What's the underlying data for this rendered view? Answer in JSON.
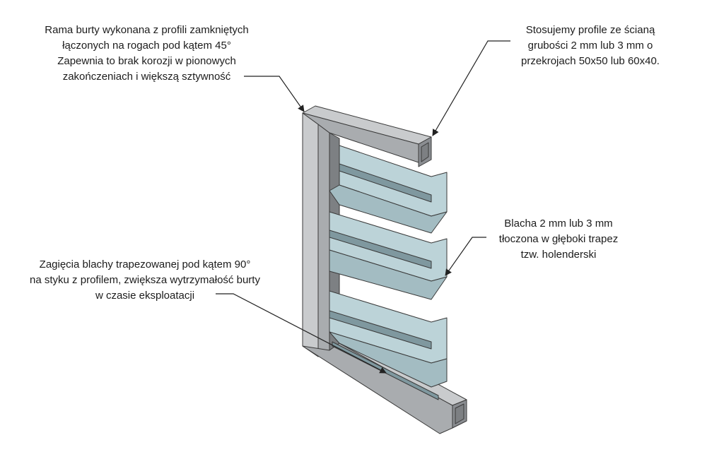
{
  "annotations": {
    "frame": {
      "lines": [
        "Rama burty wykonana z profili zamkniętych",
        "łączonych na rogach pod kątem 45°",
        "Zapewnia to brak korozji w pionowych",
        "zakończeniach i większą sztywność"
      ]
    },
    "profile": {
      "lines": [
        "Stosujemy profile ze ścianą",
        "grubości 2 mm lub 3 mm o",
        "przekrojach 50x50 lub 60x40."
      ]
    },
    "sheet": {
      "lines": [
        "Blacha 2 mm lub 3 mm",
        "tłoczona w głęboki trapez",
        "tzw. holenderski"
      ]
    },
    "bend": {
      "lines": [
        "Zagięcia blachy  trapezowanej pod kątem 90°",
        "na styku z profilem, zwiększa wytrzymałość burty",
        "w czasie eksploatacji"
      ]
    }
  },
  "colors": {
    "frame_light": "#c9cbcd",
    "frame_mid": "#a9acaf",
    "frame_dark": "#8a8d91",
    "frame_inner": "#7d8083",
    "sheet_light": "#bcd3d8",
    "sheet_mid": "#a3bcc2",
    "sheet_dark": "#7f989f",
    "outline": "#3a3a3a",
    "leader": "#222222"
  }
}
